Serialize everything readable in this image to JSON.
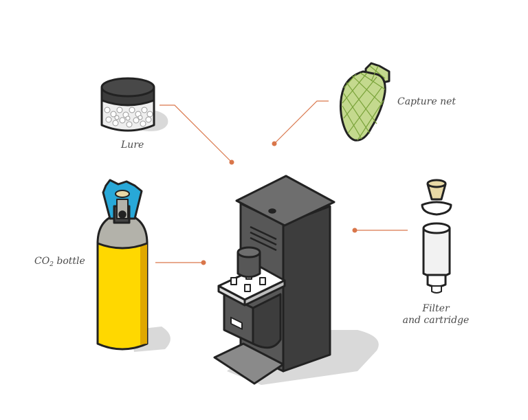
{
  "labels": {
    "lure": "Lure",
    "capture_net": "Capture net",
    "co2_prefix": "CO",
    "co2_sub": "2",
    "co2_suffix": " bottle",
    "filter_line1": "Filter",
    "filter_line2": "and cartridge"
  },
  "colors": {
    "outline": "#222222",
    "leader": "#d9764a",
    "cabinet_dark": "#3d3d3d",
    "cabinet_mid": "#575757",
    "cabinet_light": "#6e6e6e",
    "tray": "#8a8a8a",
    "shadow": "#d9d9d9",
    "bottle_yellow": "#ffd800",
    "bottle_yellow_shade": "#e0a800",
    "bottle_neck": "#b3b2aa",
    "valve_blue": "#28a8d8",
    "net_green": "#c4d98e",
    "net_green_dark": "#9fbf5a",
    "cup_tan": "#e8d9a6",
    "cartridge_white": "#f2f2f2",
    "lure_lid": "#3c3c3c"
  }
}
